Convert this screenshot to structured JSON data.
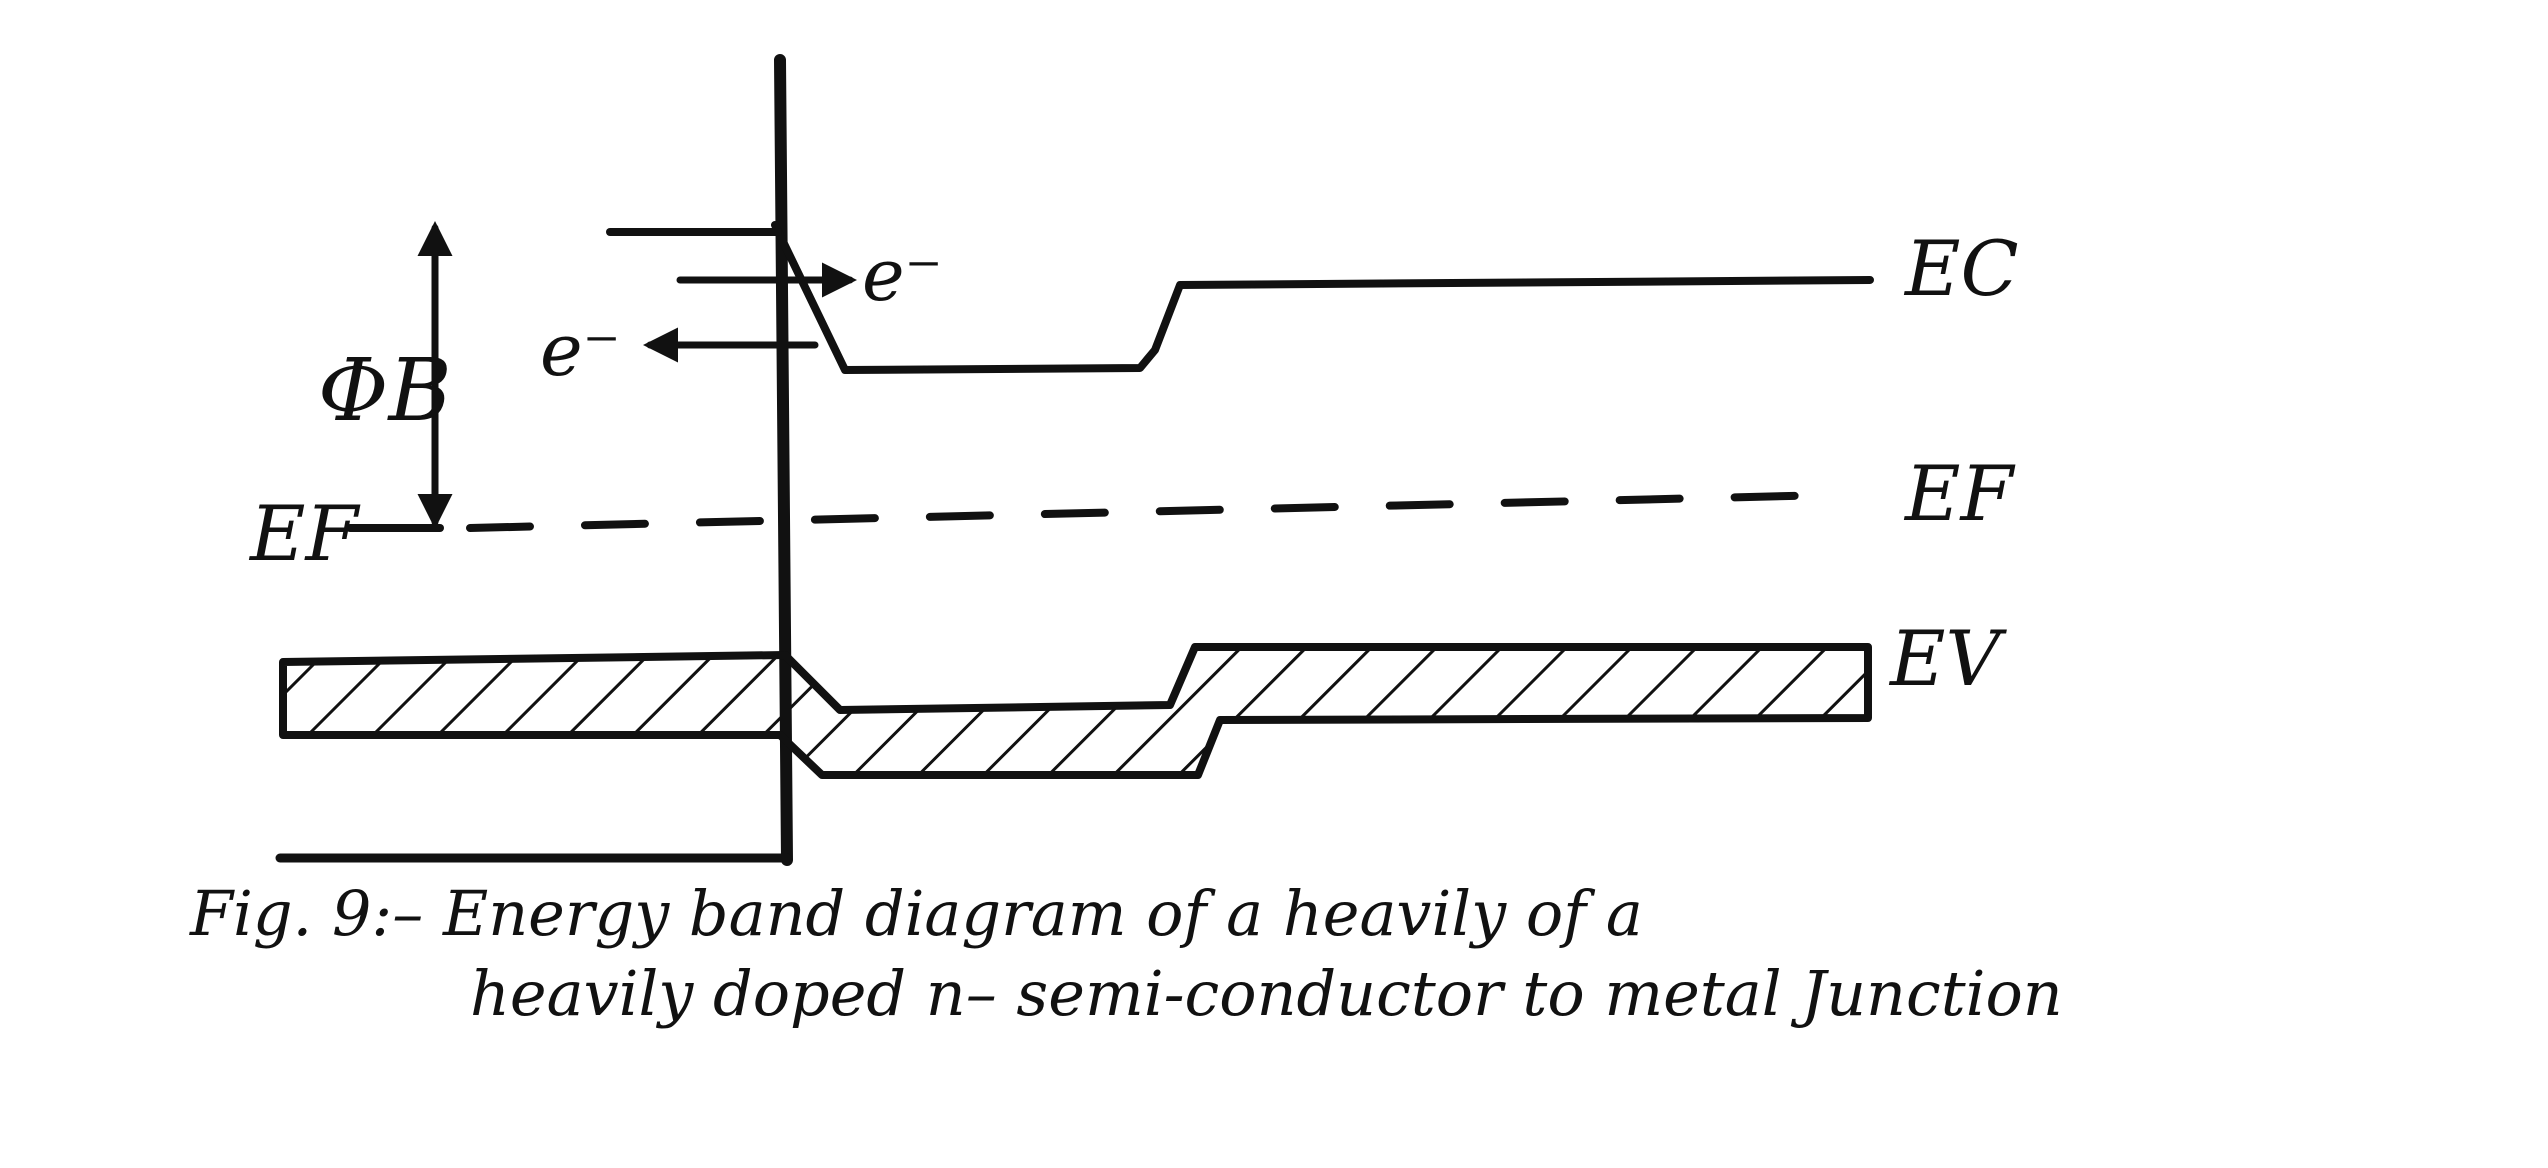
{
  "labels": {
    "conduction_band": "EC",
    "fermi_right": "EF",
    "fermi_left": "EF",
    "valence_band": "EV",
    "barrier_height": "ΦB",
    "electron_right": "e⁻",
    "electron_left": "e⁻"
  },
  "caption": {
    "line1": "Fig. 9:– Energy band diagram of a heavily of a",
    "line2": "heavily doped n– semi-conductor to metal Junction"
  },
  "colors": {
    "ink": "#111111",
    "paper": "#ffffff"
  }
}
